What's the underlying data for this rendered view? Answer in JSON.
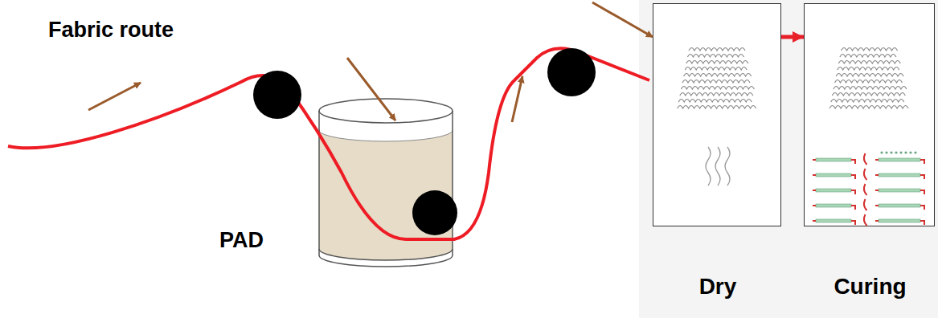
{
  "diagram": {
    "nodes": [
      {
        "text": [
          "PAD"
        ]
      },
      {
        "text": [
          "Dry"
        ]
      },
      {
        "text": [
          "Curing"
        ]
      }
    ],
    "edges": [
      {
        "from": 1,
        "to": 2,
        "arrow": "to"
      }
    ],
    "labels": [
      "Fabric route"
    ]
  }
}
